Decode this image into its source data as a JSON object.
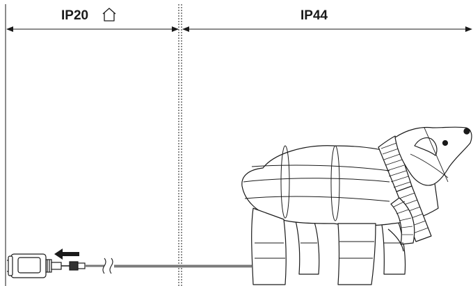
{
  "zones": {
    "indoor": {
      "label": "IP20",
      "icon": "house-icon"
    },
    "outdoor": {
      "label": "IP44"
    }
  },
  "figure": {
    "subject": "polar-bear",
    "cable_break_icon": "wavy-break-icon",
    "arrow_icon": "left-arrow-icon",
    "colors": {
      "line": "#1a1a1a",
      "cable": "#777777",
      "background": "#ffffff"
    }
  }
}
